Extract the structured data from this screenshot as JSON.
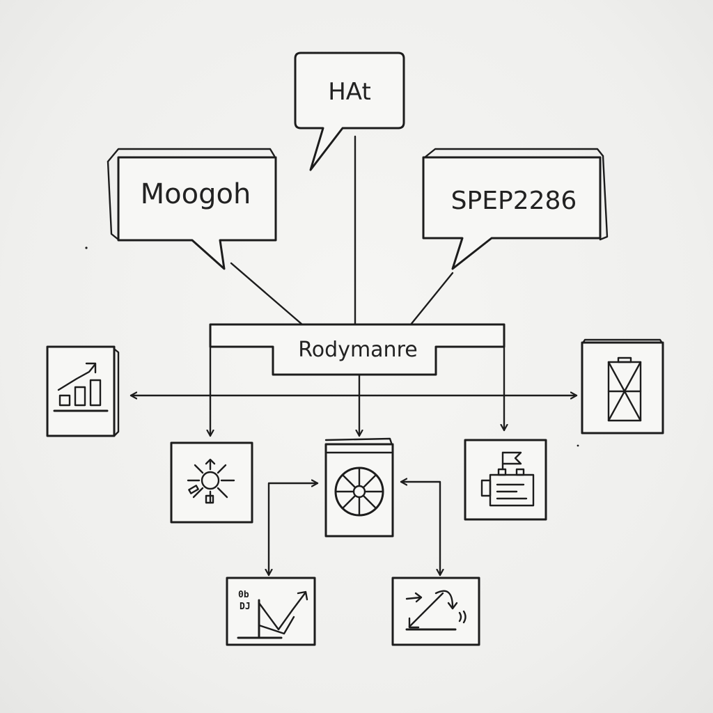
{
  "bubbles": {
    "top": "HAt",
    "left": "Moogoh",
    "right": "SPEP2286"
  },
  "hub": {
    "label": "Rodymanre"
  },
  "icons": {
    "growth_chart_icon": "bar-chart-with-trend-arrow",
    "crossed_box_icon": "box-with-cross-hatch",
    "sun_icon": "sun-rays",
    "wheel_icon": "spoked-wheel",
    "machine_icon": "flag-on-machine",
    "line_graph_icon": "line-graph-with-arrow",
    "angle_icon": "curved-arrows-angle"
  },
  "line_graph_text": {
    "line1": "0b",
    "line2": "DJ"
  },
  "colors": {
    "ink": "#1c1c1c",
    "paper": "#f6f6f4"
  }
}
